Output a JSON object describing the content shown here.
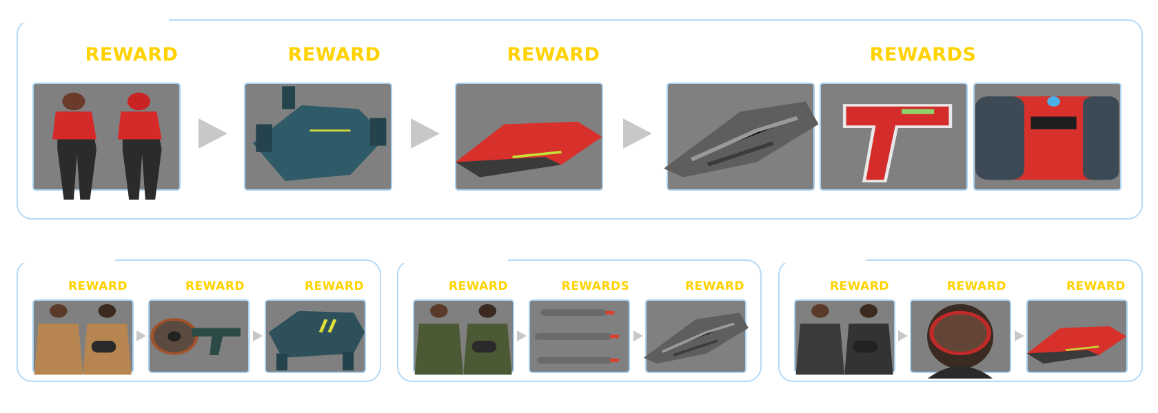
{
  "colors": {
    "label": "#ffd200",
    "panel_border": "#b5daf7",
    "tile_bg": "#808080"
  },
  "main_track": {
    "labels": [
      "REWARD",
      "REWARD",
      "REWARD",
      "REWARDS"
    ],
    "items": [
      {
        "icon": "red-flightsuit-character-icon",
        "kind": "suit"
      },
      {
        "icon": "teal-dropship-icon",
        "kind": "shipTeal"
      },
      {
        "icon": "red-racer-ship-icon",
        "kind": "shipRed"
      },
      {
        "icon": "gray-camo-ship-icon",
        "kind": "shipGray"
      },
      {
        "icon": "red-pistol-tool-icon",
        "kind": "pistol"
      },
      {
        "icon": "crafting-unit-icon",
        "kind": "crate"
      }
    ]
  },
  "sub_tracks": [
    {
      "labels": [
        "REWARD",
        "REWARD",
        "REWARD"
      ],
      "items": [
        {
          "icon": "tan-vest-character-icon",
          "kind": "vestTan"
        },
        {
          "icon": "saw-gun-icon",
          "kind": "sawgun"
        },
        {
          "icon": "teal-ground-vehicle-icon",
          "kind": "vehicle"
        }
      ]
    },
    {
      "labels": [
        "REWARD",
        "REWARDS",
        "REWARD"
      ],
      "items": [
        {
          "icon": "green-vest-character-icon",
          "kind": "vestGreen"
        },
        {
          "icon": "missiles-icon",
          "kind": "missiles"
        },
        {
          "icon": "gray-ship-icon",
          "kind": "shipGray"
        }
      ]
    },
    {
      "labels": [
        "REWARD",
        "REWARD",
        "REWARD"
      ],
      "items": [
        {
          "icon": "black-vest-character-icon",
          "kind": "vestBlack"
        },
        {
          "icon": "helmet-visor-icon",
          "kind": "helmet"
        },
        {
          "icon": "red-ship-icon",
          "kind": "shipRed"
        }
      ]
    }
  ]
}
